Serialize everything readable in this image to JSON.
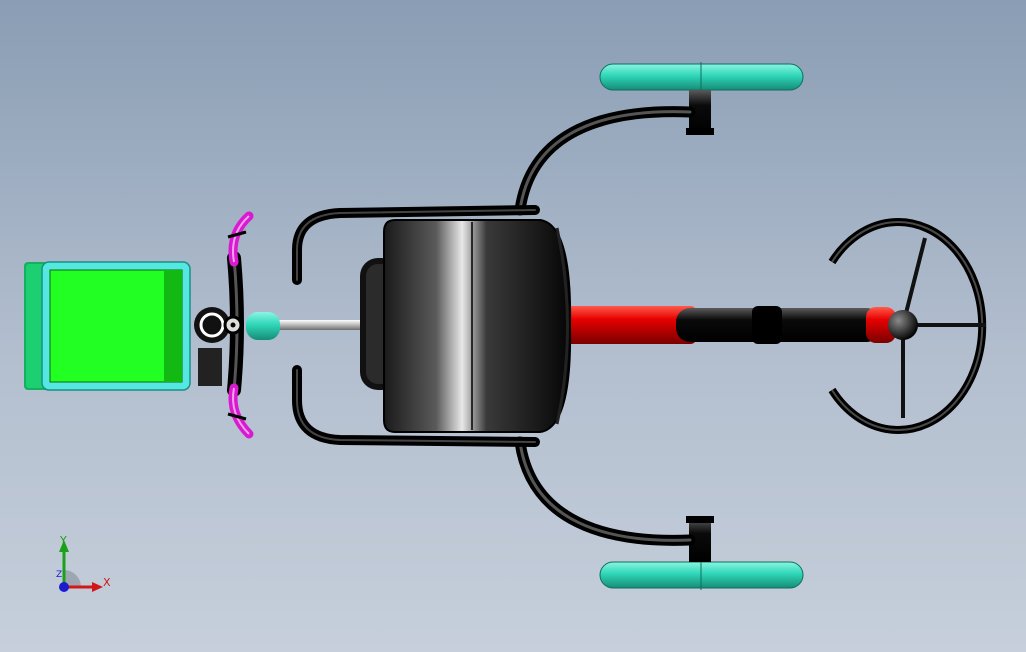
{
  "viewport": {
    "background_top": "#8a9db4",
    "background_bottom": "#c6cfdb"
  },
  "model": {
    "parts": [
      "battery-box",
      "handlebar",
      "steering-column",
      "seat",
      "seat-frame",
      "rear-wheel-left",
      "rear-wheel-right",
      "drive-shaft",
      "front-wheel"
    ],
    "colors": {
      "battery_box": "#22ff22",
      "battery_frame": "#55e8e0",
      "battery_housing": "#13b060",
      "handlebar": "#111111",
      "grip": "#e020d0",
      "rear_wheel": "#2fd6b8",
      "seat": "#0b0b0b",
      "frame": "#151515",
      "shaft": "#cc0000",
      "front_wheel": "#111111"
    }
  },
  "triad": {
    "x_label": "X",
    "y_label": "Y",
    "z_label": "Z",
    "x_color": "#d01818",
    "y_color": "#1aa11a",
    "z_color": "#1b1bd0"
  }
}
